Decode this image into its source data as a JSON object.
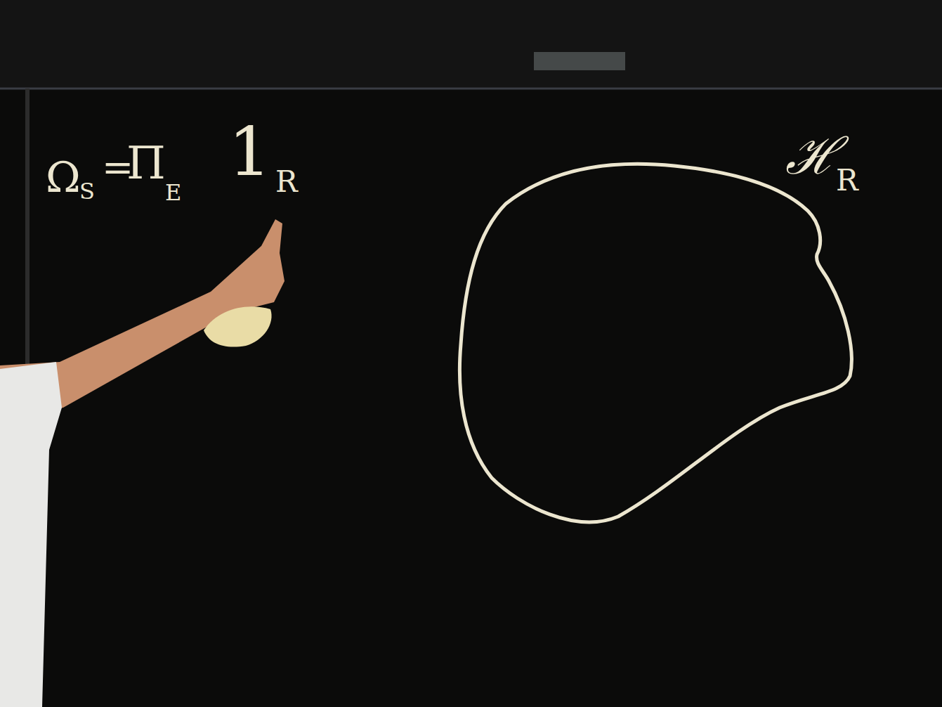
{
  "diagram": {
    "labels": [
      "Ω",
      "S",
      "=",
      "Π",
      "E",
      "1",
      "R",
      "ℋ",
      "R"
    ]
  }
}
